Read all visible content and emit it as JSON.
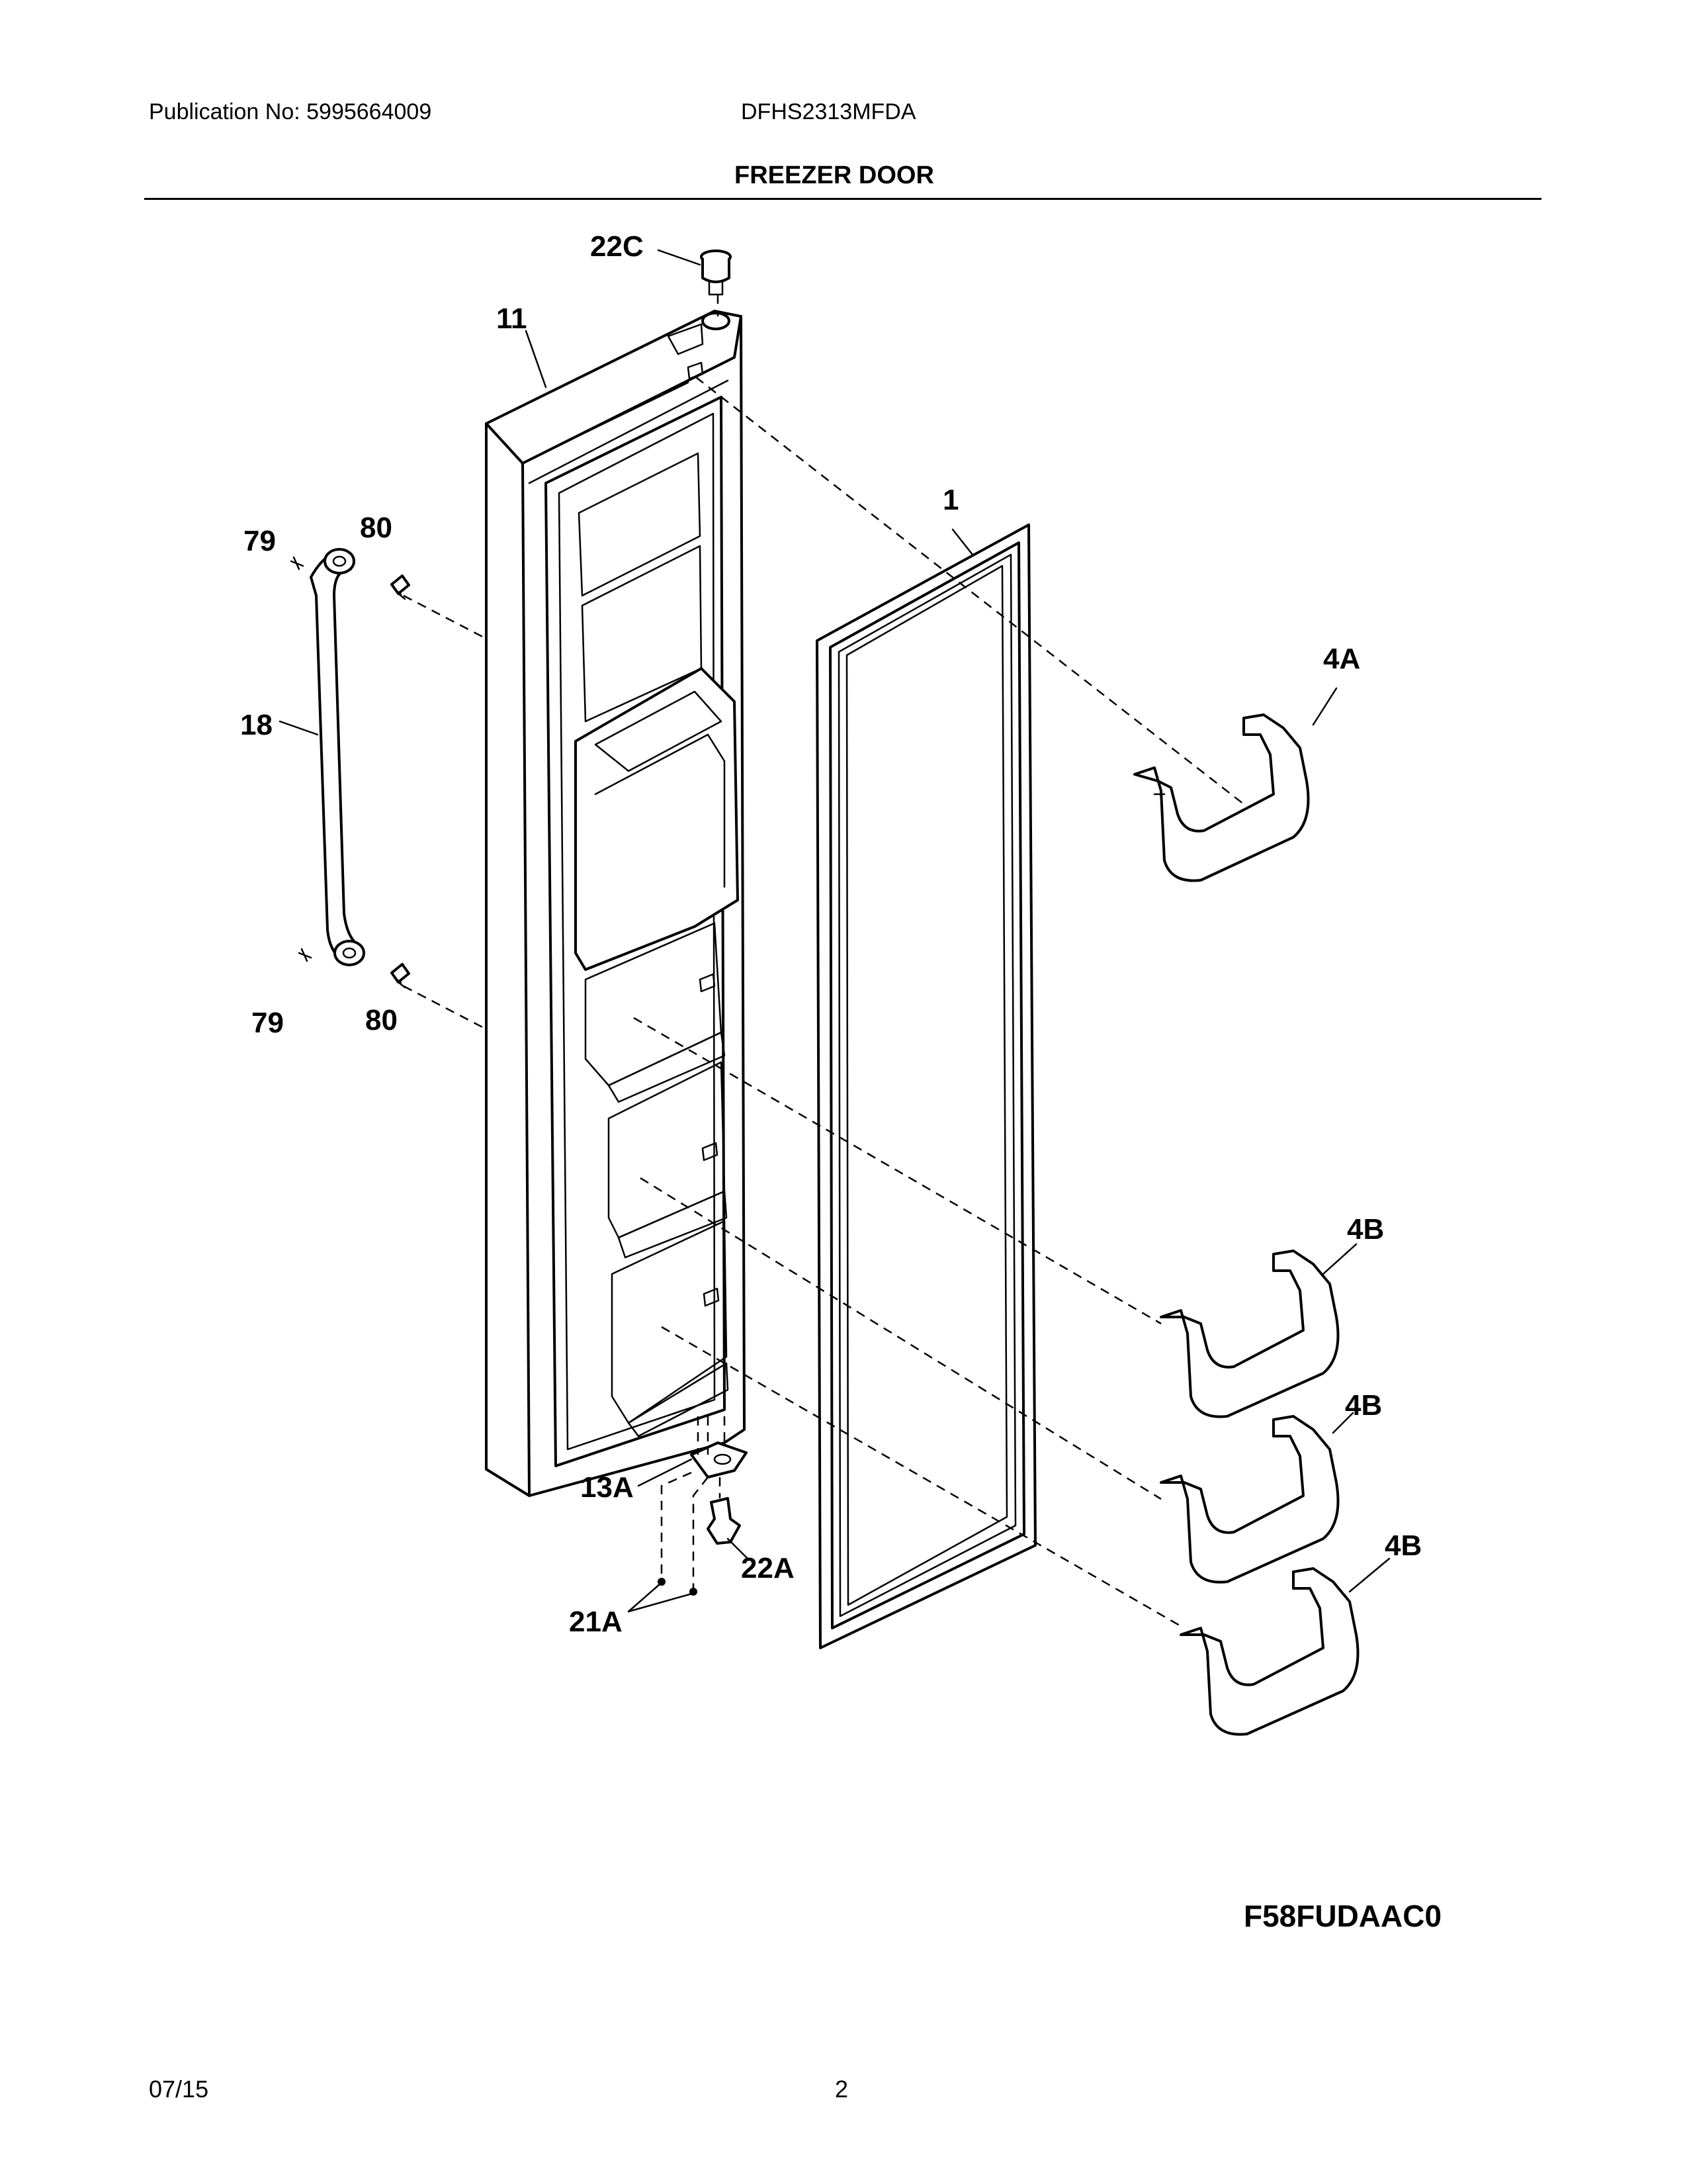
{
  "header": {
    "publication": "Publication No: 5995664009",
    "model": "DFHS2313MFDA",
    "section_title": "FREEZER DOOR"
  },
  "diagram": {
    "callouts": {
      "c22C": "22C",
      "c11": "11",
      "c1": "1",
      "c79a": "79",
      "c80a": "80",
      "c18": "18",
      "c4A": "4A",
      "c79b": "79",
      "c80b": "80",
      "c4B1": "4B",
      "c4B2": "4B",
      "c4B3": "4B",
      "c13A": "13A",
      "c22A": "22A",
      "c21A": "21A"
    },
    "figure_code": "F58FUDAAC0"
  },
  "footer": {
    "date": "07/15",
    "page": "2"
  }
}
